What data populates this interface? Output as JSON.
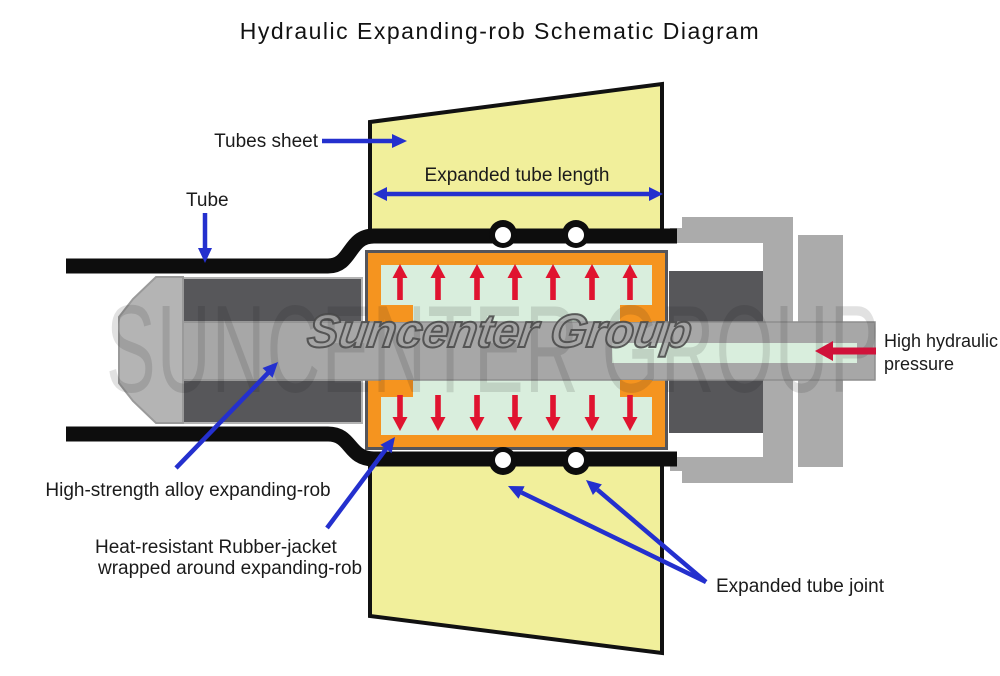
{
  "title": "Hydraulic Expanding-rob Schematic Diagram",
  "watermarks": {
    "background": "SUNCENTER GROUP",
    "logo": "Suncenter Group"
  },
  "labels": {
    "tubes_sheet": "Tubes sheet",
    "tube": "Tube",
    "expanded_tube_length": "Expanded tube length",
    "expanding_rod": "High-strength alloy expanding-rob",
    "rubber_jacket_line1": "Heat-resistant Rubber-jacket",
    "rubber_jacket_line2": "wrapped around expanding-rob",
    "expanded_tube_joint": "Expanded tube joint",
    "hydraulic_pressure_line1": "High hydraulic",
    "hydraulic_pressure_line2": "pressure"
  },
  "colors": {
    "tube_sheet_yellow": "#f1ef9b",
    "rubber_jacket_orange": "#f5941f",
    "hydraulic_fluid_green": "#d9eedd",
    "metal_light_gray": "#ababab",
    "metal_dark_gray": "#57575a",
    "tube_black": "#0d0d0d",
    "annotation_blue": "#2430ce",
    "pressure_red": "#e0132f",
    "pressure_arrow_crimson": "#d0123a"
  },
  "pressure_arrows": {
    "upward_count": 7,
    "downward_count": 7
  }
}
